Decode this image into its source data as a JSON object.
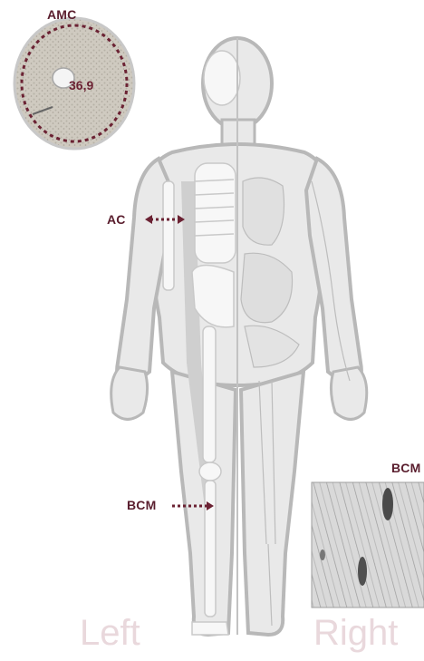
{
  "labels": {
    "amc": "AMC",
    "amc_value": "36,9",
    "ac": "AC",
    "bcm_left": "BCM",
    "bcm_inset": "BCM",
    "left": "Left",
    "right": "Right"
  },
  "colors": {
    "marker": "#6b2233",
    "body_fill": "#e9e9e9",
    "body_outline": "#b8b8b8",
    "skeleton": "#f7f7f7",
    "side_text": "#e9d8dc"
  },
  "icons": [
    "arm-cross-section",
    "muscle-fiber-micrograph",
    "human-body-figure"
  ]
}
